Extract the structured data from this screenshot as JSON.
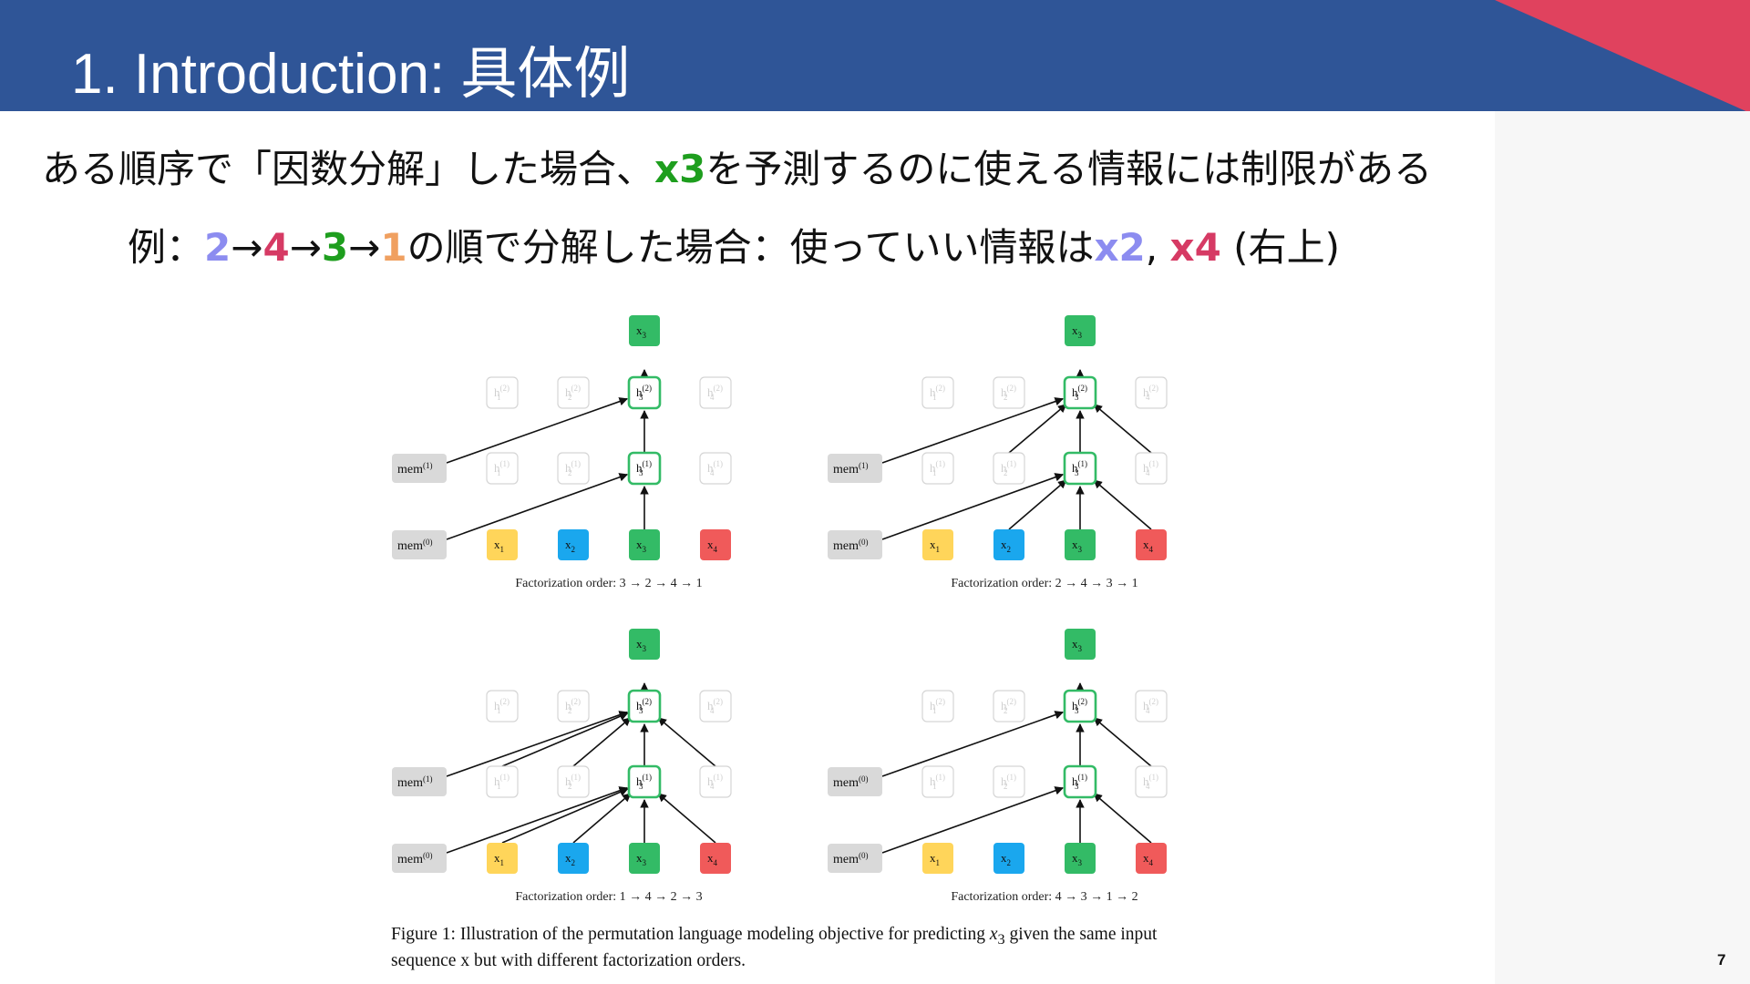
{
  "slide": {
    "title": "1. Introduction: 具体例",
    "line1": {
      "before": "ある順序で「因数分解」した場合、",
      "highlight": "x3",
      "after": "を予測するのに使える情報には制限がある"
    },
    "line2": {
      "prefix": "例：",
      "n2": "2",
      "arrow1": "→",
      "n4": "4",
      "arrow2": "→",
      "n3": "3",
      "arrow3": "→",
      "n1": "1",
      "middle": "の順で分解した場合：使っていい情報は",
      "x2": "x2",
      "comma": ", ",
      "x4": "x4",
      "suffix": " (右上)"
    },
    "page_number": "7"
  },
  "colors": {
    "header": "#2f5597",
    "accent": "#e0425e",
    "green": "#1e9e1e",
    "purple": "#8c8cf0",
    "crimson": "#d63a64",
    "orange": "#f0a060",
    "node_green": "#33bb66",
    "node_yellow": "#ffd55a",
    "node_blue": "#1aa7ee",
    "node_red": "#f05a5a",
    "mem_gray": "#d9d9d9"
  },
  "figure": {
    "caption": {
      "pre": "Figure 1: Illustration of the permutation language modeling objective for predicting ",
      "var": "x",
      "sub": "3",
      "post": " given the same input sequence x but with different factorization orders."
    },
    "panels": [
      {
        "label": "Factorization order: 3 → 2 → 4 → 1",
        "mem_lower": "mem",
        "mem_lower_sup": "(0)",
        "mem_upper": "mem",
        "mem_upper_sup": "(1)",
        "l1": [
          "mem"
        ],
        "l2": [
          "mem"
        ]
      },
      {
        "label": "Factorization order: 2 → 4 → 3 → 1",
        "mem_lower": "mem",
        "mem_lower_sup": "(0)",
        "mem_upper": "mem",
        "mem_upper_sup": "(1)",
        "l1": [
          "mem",
          "x2",
          "x4"
        ],
        "l2": [
          "mem",
          "h2",
          "h4"
        ]
      },
      {
        "label": "Factorization order: 1 → 4 → 2 → 3",
        "mem_lower": "mem",
        "mem_lower_sup": "(0)",
        "mem_upper": "mem",
        "mem_upper_sup": "(1)",
        "l1": [
          "mem",
          "x1",
          "x2",
          "x4"
        ],
        "l2": [
          "mem",
          "h1",
          "h2",
          "h4"
        ]
      },
      {
        "label": "Factorization order: 4 → 3 → 1 → 2",
        "mem_lower": "mem",
        "mem_lower_sup": "(0)",
        "mem_upper": "mem",
        "mem_upper_sup": "(0)",
        "l1": [
          "mem",
          "x4"
        ],
        "l2": [
          "mem",
          "h4"
        ]
      }
    ],
    "tokens": [
      {
        "base": "x",
        "sub": "1",
        "color": "#ffd55a"
      },
      {
        "base": "x",
        "sub": "2",
        "color": "#1aa7ee"
      },
      {
        "base": "x",
        "sub": "3",
        "color": "#33bb66"
      },
      {
        "base": "x",
        "sub": "4",
        "color": "#f05a5a"
      }
    ],
    "hidden": {
      "base": "h",
      "subs": [
        "1",
        "2",
        "3",
        "4"
      ],
      "sup1": "(1)",
      "sup2": "(2)"
    },
    "target": {
      "base": "x",
      "sub": "3"
    }
  }
}
